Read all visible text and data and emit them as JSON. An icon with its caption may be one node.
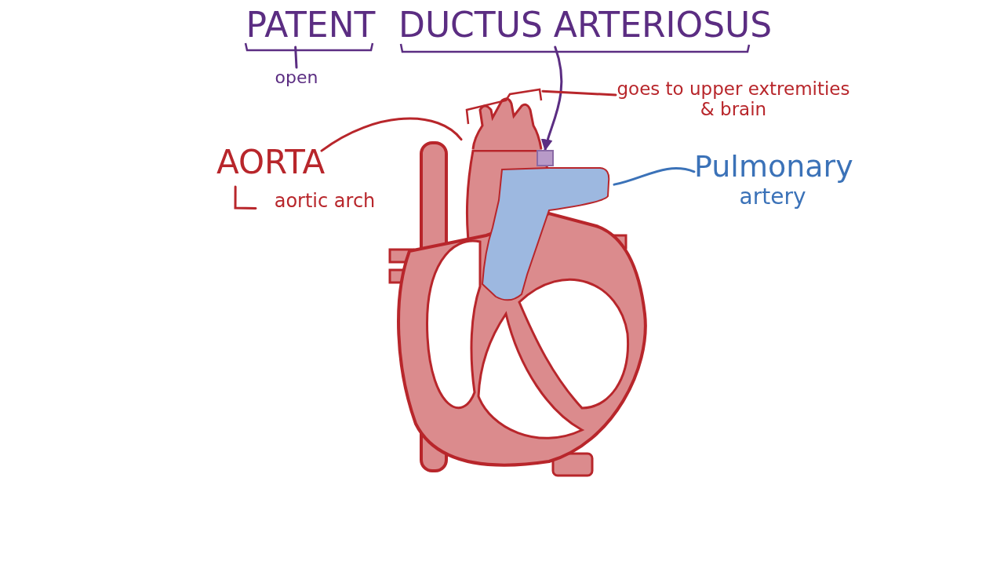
{
  "diagram": {
    "nodes": [
      {
        "text": [
          "PATENT"
        ]
      },
      {
        "text": [
          "open"
        ]
      },
      {
        "text": [
          "DUCTUS ARTERIOSUS"
        ]
      },
      {
        "text": [],
        "shape": "box"
      },
      {
        "text": [
          "AORTA"
        ]
      },
      {
        "text": [
          "aortic arch"
        ]
      },
      {
        "text": [],
        "shape": "picture"
      },
      {
        "text": [
          "goes to upper extremities & brain"
        ]
      },
      {
        "text": [
          "Pulmonary",
          "artery"
        ]
      },
      {
        "text": [],
        "shape": "picture"
      }
    ],
    "edges": [
      {
        "from": 0,
        "to": 1,
        "arrow": "none",
        "color": "#5b2d82"
      },
      {
        "from": 2,
        "to": 3,
        "arrow": "to",
        "color": "#5b2d82"
      },
      {
        "from": 4,
        "to": 5,
        "arrow": "none"
      },
      {
        "from": 4,
        "to": 6,
        "arrow": "none"
      },
      {
        "from": 7,
        "to": 6,
        "arrow": "none"
      },
      {
        "from": 8,
        "to": 9,
        "arrow": "none",
        "color": "#3b72b8"
      }
    ]
  }
}
